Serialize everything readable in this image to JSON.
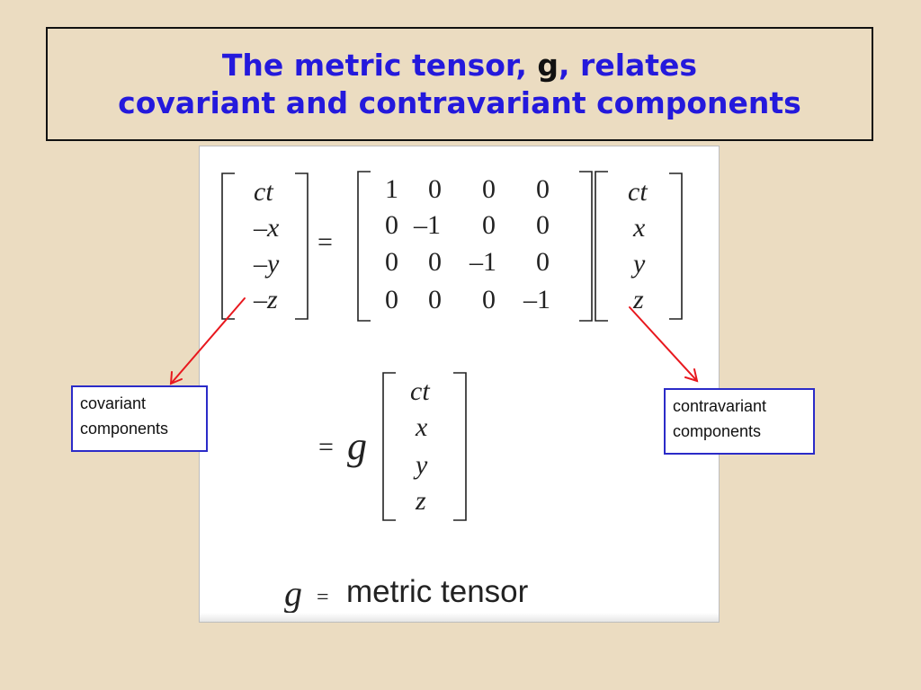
{
  "title": {
    "line1_pre": "The metric tensor, ",
    "line1_g": "g",
    "line1_post": ", relates",
    "line2": "covariant and contravariant components"
  },
  "equation": {
    "lhs": [
      "ct",
      "–x",
      "–y",
      "–z"
    ],
    "equals": "=",
    "matrix": [
      [
        "1",
        "0",
        "0",
        "0"
      ],
      [
        "0",
        "–1",
        "0",
        "0"
      ],
      [
        "0",
        "0",
        "–1",
        "0"
      ],
      [
        "0",
        "0",
        "0",
        "–1"
      ]
    ],
    "rhs": [
      "ct",
      "x",
      "y",
      "z"
    ]
  },
  "short_form": {
    "equals": "=",
    "g": "g",
    "vector": [
      "ct",
      "x",
      "y",
      "z"
    ]
  },
  "legend": {
    "g": "g",
    "equals": "=",
    "text": "metric tensor"
  },
  "callouts": {
    "covariant": {
      "line1": "covariant",
      "line2": "components"
    },
    "contravariant": {
      "line1": "contravariant",
      "line2": "components"
    }
  },
  "colors": {
    "title": "#2419DC",
    "background": "#EBDCC1",
    "arrow": "#E8181E",
    "callout_border": "#2B2BC8"
  }
}
